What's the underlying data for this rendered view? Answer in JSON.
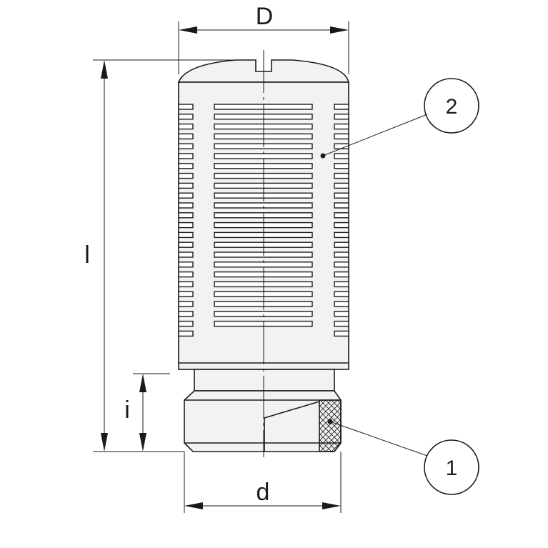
{
  "dimensions": {
    "outer_diameter_label": "D",
    "thread_diameter_label": "d",
    "total_length_label": "l",
    "thread_length_label": "i"
  },
  "callouts": [
    {
      "label": "2"
    },
    {
      "label": "1"
    }
  ]
}
